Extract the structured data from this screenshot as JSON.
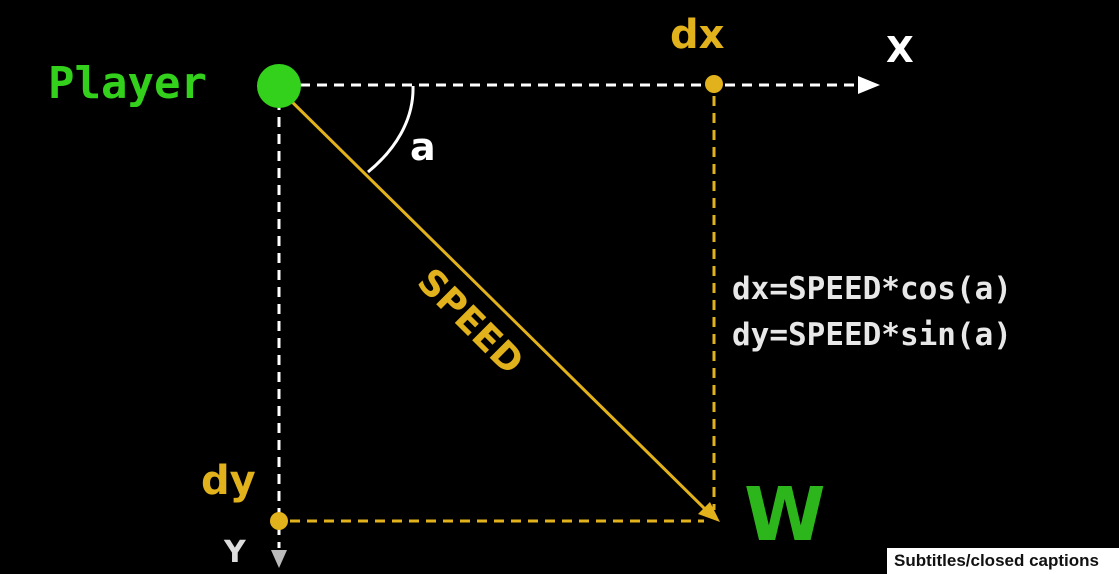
{
  "labels": {
    "player": "Player",
    "x_axis": "X",
    "y_axis": "Y",
    "dx": "dx",
    "dy": "dy",
    "angle": "a",
    "speed": "SPEED",
    "target": "W",
    "formula_dx": "dx=SPEED*cos(a)",
    "formula_dy": "dy=SPEED*sin(a)"
  },
  "overlay": {
    "captions_badge": "Subtitles/closed captions"
  },
  "colors": {
    "background": "#000000",
    "player": "#33d11c",
    "target": "#2db51c",
    "accent": "#e2b21c",
    "axis": "#ffffff",
    "formula": "#e8e8e8"
  }
}
